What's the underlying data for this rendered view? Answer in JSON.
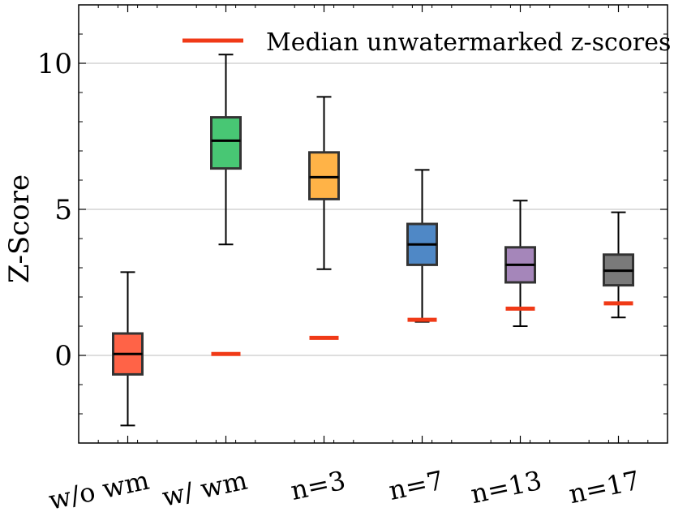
{
  "chart_data": {
    "type": "box",
    "title": "",
    "xlabel": "",
    "ylabel": "Z-Score",
    "ylim": [
      -3.0,
      12.0
    ],
    "yticks": [
      0,
      5,
      10
    ],
    "ytick_labels": [
      "0",
      "5",
      "10"
    ],
    "grid": "horizontal",
    "categories": [
      "w/o wm",
      "w/ wm",
      "n=3",
      "n=7",
      "n=13",
      "n=17"
    ],
    "boxes": [
      {
        "category": "w/o wm",
        "whisker_low": -2.4,
        "q1": -0.65,
        "median": 0.05,
        "q3": 0.75,
        "whisker_high": 2.85,
        "color": "#ff6347"
      },
      {
        "category": "w/ wm",
        "whisker_low": 3.8,
        "q1": 6.4,
        "median": 7.35,
        "q3": 8.15,
        "whisker_high": 10.3,
        "color": "#48c774"
      },
      {
        "category": "n=3",
        "whisker_low": 2.95,
        "q1": 5.35,
        "median": 6.1,
        "q3": 6.95,
        "whisker_high": 8.85,
        "color": "#ffb347"
      },
      {
        "category": "n=7",
        "whisker_low": 1.15,
        "q1": 3.1,
        "median": 3.8,
        "q3": 4.5,
        "whisker_high": 6.35,
        "color": "#4f88c6"
      },
      {
        "category": "n=13",
        "whisker_low": 1.0,
        "q1": 2.5,
        "median": 3.1,
        "q3": 3.7,
        "whisker_high": 5.3,
        "color": "#a586ba"
      },
      {
        "category": "n=17",
        "whisker_low": 1.3,
        "q1": 2.4,
        "median": 2.9,
        "q3": 3.45,
        "whisker_high": 4.9,
        "color": "#7a7a7a"
      }
    ],
    "median_unwatermarked": {
      "name": "Median unwatermarked z-scores",
      "color": "#f03a17",
      "values": [
        null,
        0.05,
        0.6,
        1.22,
        1.6,
        1.78
      ]
    },
    "legend_position": "top-right"
  }
}
